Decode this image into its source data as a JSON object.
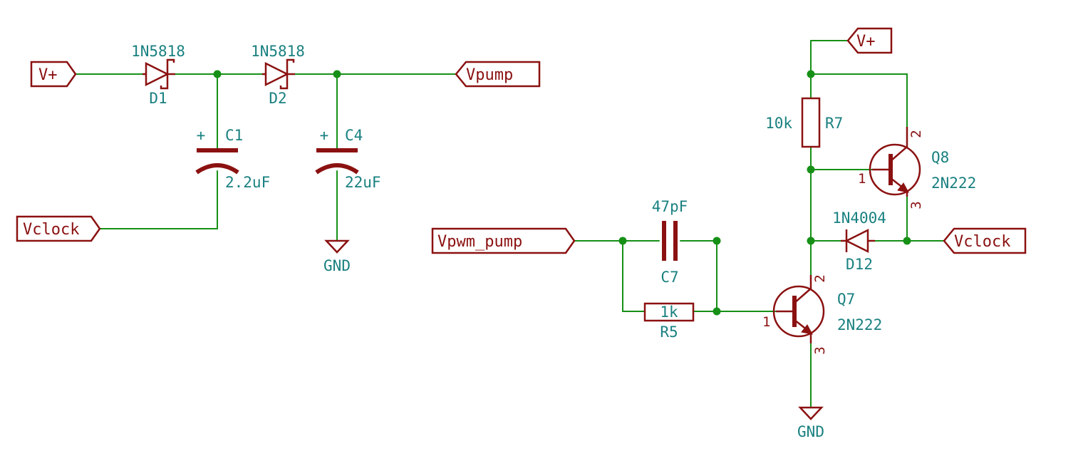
{
  "global_labels": {
    "vplus_left": "V+",
    "vpump": "Vpump",
    "vclock_left": "Vclock",
    "vplus_right": "V+",
    "vpwm_pump": "Vpwm_pump",
    "vclock_right": "Vclock"
  },
  "power": {
    "gnd_left": "GND",
    "gnd_right": "GND"
  },
  "components": {
    "d1": {
      "ref": "D1",
      "value": "1N5818"
    },
    "d2": {
      "ref": "D2",
      "value": "1N5818"
    },
    "c1": {
      "ref": "C1",
      "value": "2.2uF",
      "plus": "+"
    },
    "c4": {
      "ref": "C4",
      "value": "22uF",
      "plus": "+"
    },
    "c7": {
      "ref": "C7",
      "value": "47pF"
    },
    "r5": {
      "ref": "R5",
      "value": "1k"
    },
    "r7": {
      "ref": "R7",
      "value": "10k"
    },
    "d12": {
      "ref": "D12",
      "value": "1N4004"
    },
    "q7": {
      "ref": "Q7",
      "value": "2N222",
      "pin1": "1",
      "pin2": "2",
      "pin3": "3"
    },
    "q8": {
      "ref": "Q8",
      "value": "2N222",
      "pin1": "1",
      "pin2": "2",
      "pin3": "3"
    }
  },
  "colors": {
    "wire": "#169016",
    "symbol": "#8b1111",
    "text": "#1a8080",
    "background": "#ffffff"
  }
}
